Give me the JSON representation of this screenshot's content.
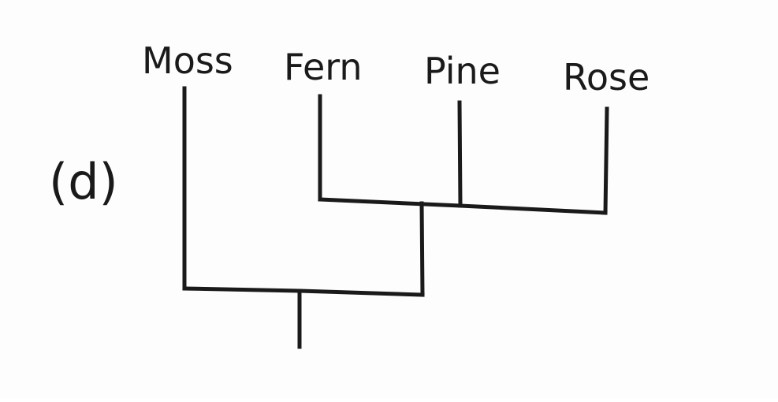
{
  "panel_label": "(d)",
  "taxa": [
    "Moss",
    "Fern",
    "Pine",
    "Rose"
  ],
  "colors": {
    "ink": "#1a1a1a",
    "paper": "#fdfdfd"
  }
}
